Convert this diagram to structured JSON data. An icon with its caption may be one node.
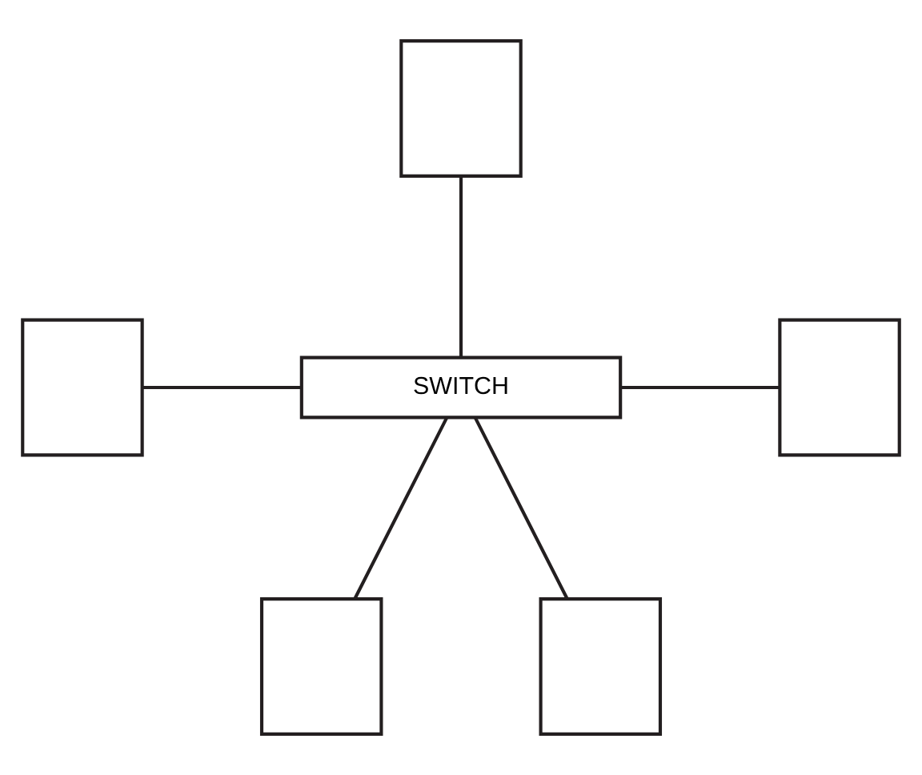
{
  "diagram": {
    "nodes": [
      {
        "text": [],
        "shape": "box"
      },
      {
        "text": [],
        "shape": "box"
      },
      {
        "text": [
          "SWITCH"
        ]
      },
      {
        "text": [],
        "shape": "box"
      },
      {
        "text": [],
        "shape": "box"
      },
      {
        "text": [],
        "shape": "box"
      }
    ],
    "edges": [
      {
        "from": 0,
        "to": 2,
        "arrow": "none"
      },
      {
        "from": 1,
        "to": 2,
        "arrow": "none"
      },
      {
        "from": 2,
        "to": 3,
        "arrow": "none"
      },
      {
        "from": 2,
        "to": 4,
        "arrow": "none"
      },
      {
        "from": 2,
        "to": 5,
        "arrow": "none"
      }
    ]
  }
}
